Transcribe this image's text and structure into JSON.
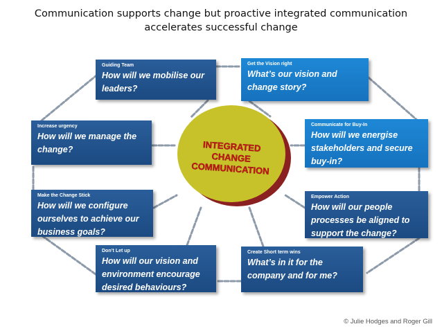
{
  "title": "Communication supports change but proactive integrated communication accelerates successful change",
  "hub": {
    "lines": [
      "INTEGRATED",
      "CHANGE",
      "COMMUNICATION"
    ],
    "colors": {
      "disc": "#c8c22a",
      "shadow": "#8b2020",
      "text": "#d01818"
    }
  },
  "boxes": [
    {
      "label": "Guiding Team",
      "question": "How will we mobilise our leaders?",
      "shade": "dark"
    },
    {
      "label": "Get the Vision right",
      "question": "What’s our vision and change story?",
      "shade": "light"
    },
    {
      "label": "Increase urgency",
      "question": "How will we manage the change?",
      "shade": "dark"
    },
    {
      "label": "Communicate for Buy-In",
      "question": "How will we energise stakeholders and secure buy-in?",
      "shade": "light"
    },
    {
      "label": "Make the Change Stick",
      "question": "How will we configure ourselves to achieve our business goals?",
      "shade": "dark"
    },
    {
      "label": "Empower Action",
      "question": "How will our people processes be aligned to support the change?",
      "shade": "dark"
    },
    {
      "label": "Don’t Let up",
      "question": "How will our vision and environment encourage desired behaviours?",
      "shade": "dark"
    },
    {
      "label": "Create Short term wins",
      "question": "What’s in it for the company and for me?",
      "shade": "dark"
    }
  ],
  "footer": "© Julie Hodges and Roger Gill"
}
